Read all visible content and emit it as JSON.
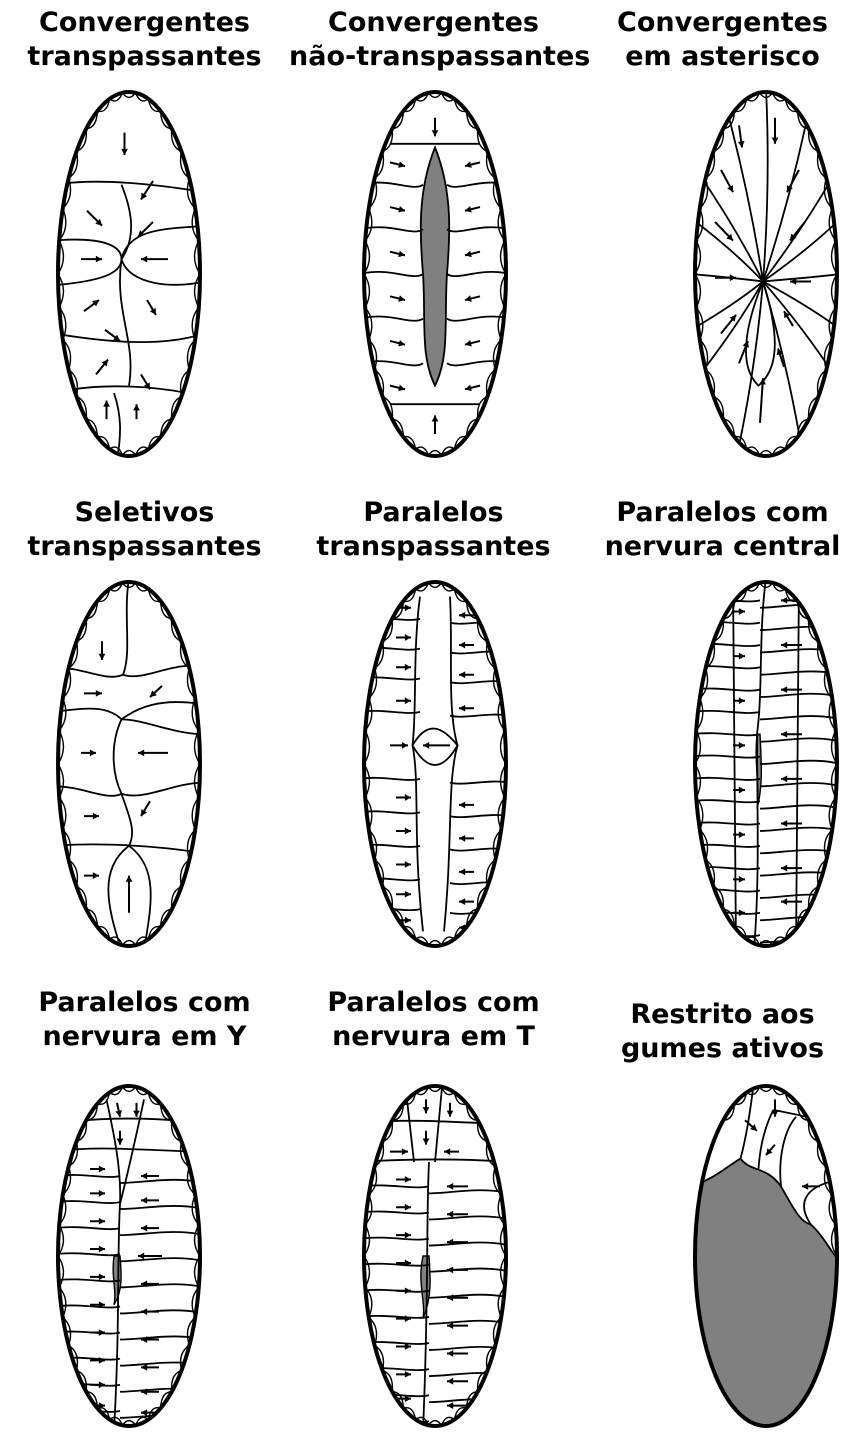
{
  "colors": {
    "ink": "#000000",
    "shade": "#808080",
    "paper": "#ffffff"
  },
  "panels": [
    {
      "title": [
        "Convergentes",
        "transpassantes"
      ],
      "pattern": "convergent-through"
    },
    {
      "title": [
        "Convergentes",
        "não-transpassantes"
      ],
      "pattern": "convergent-nonthrough"
    },
    {
      "title": [
        "Convergentes",
        "em asterisco"
      ],
      "pattern": "asterisk"
    },
    {
      "title": [
        "Seletivos",
        "transpassantes"
      ],
      "pattern": "selective-through"
    },
    {
      "title": [
        "Paralelos",
        "transpassantes"
      ],
      "pattern": "parallel-through"
    },
    {
      "title": [
        "Paralelos com",
        "nervura central"
      ],
      "pattern": "parallel-central"
    },
    {
      "title": [
        "Paralelos com",
        "nervura em Y"
      ],
      "pattern": "parallel-y"
    },
    {
      "title": [
        "Paralelos com",
        "nervura em T"
      ],
      "pattern": "parallel-t"
    },
    {
      "title": [
        "Restrito aos",
        "gumes ativos"
      ],
      "pattern": "edges-only"
    }
  ]
}
